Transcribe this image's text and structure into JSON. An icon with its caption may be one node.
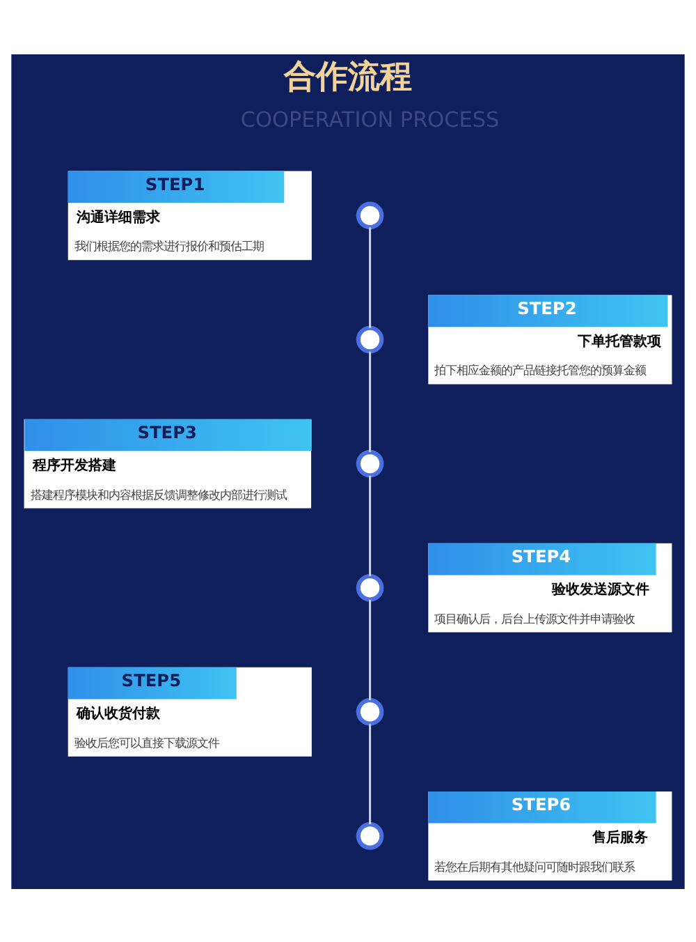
{
  "diagram": {
    "title": "合作流程",
    "nodes": [
      {
        "text": [
          "STEP1",
          "沟通详细需求",
          "我们根据您的需求进行报价和预估工期"
        ]
      },
      {
        "text": [
          "STEP2",
          "下单托管款项",
          "拍下相应金额的产品链接托管您的预算金额"
        ]
      },
      {
        "text": [
          "STEP3",
          "程序开发搭建",
          "搭建程序模块和内容根据反馈调整修改内部进行测试"
        ]
      },
      {
        "text": [
          "STEP4",
          "验收发送源文件",
          "项目确认后，后台上传源文件并申请验收"
        ]
      },
      {
        "text": [
          "STEP5",
          "确认收货付款",
          "验收后您可以直接下载源文件"
        ]
      },
      {
        "text": [
          "STEP6",
          "售后服务",
          "若您在后期有其他疑问可随时跟我们联系"
        ]
      },
      {
        "text": [],
        "shape": "circle"
      },
      {
        "text": [],
        "shape": "circle"
      },
      {
        "text": [],
        "shape": "circle"
      },
      {
        "text": [],
        "shape": "circle"
      },
      {
        "text": [],
        "shape": "circle"
      },
      {
        "text": [],
        "shape": "circle"
      }
    ],
    "edges": [
      {
        "from": 6,
        "to": 7,
        "arrow": "none"
      },
      {
        "from": 7,
        "to": 8,
        "arrow": "none"
      },
      {
        "from": 8,
        "to": 9,
        "arrow": "none"
      },
      {
        "from": 9,
        "to": 10,
        "arrow": "none"
      },
      {
        "from": 10,
        "to": 11,
        "arrow": "none"
      }
    ],
    "labels": [
      "COOPERATION PROCESS"
    ]
  }
}
